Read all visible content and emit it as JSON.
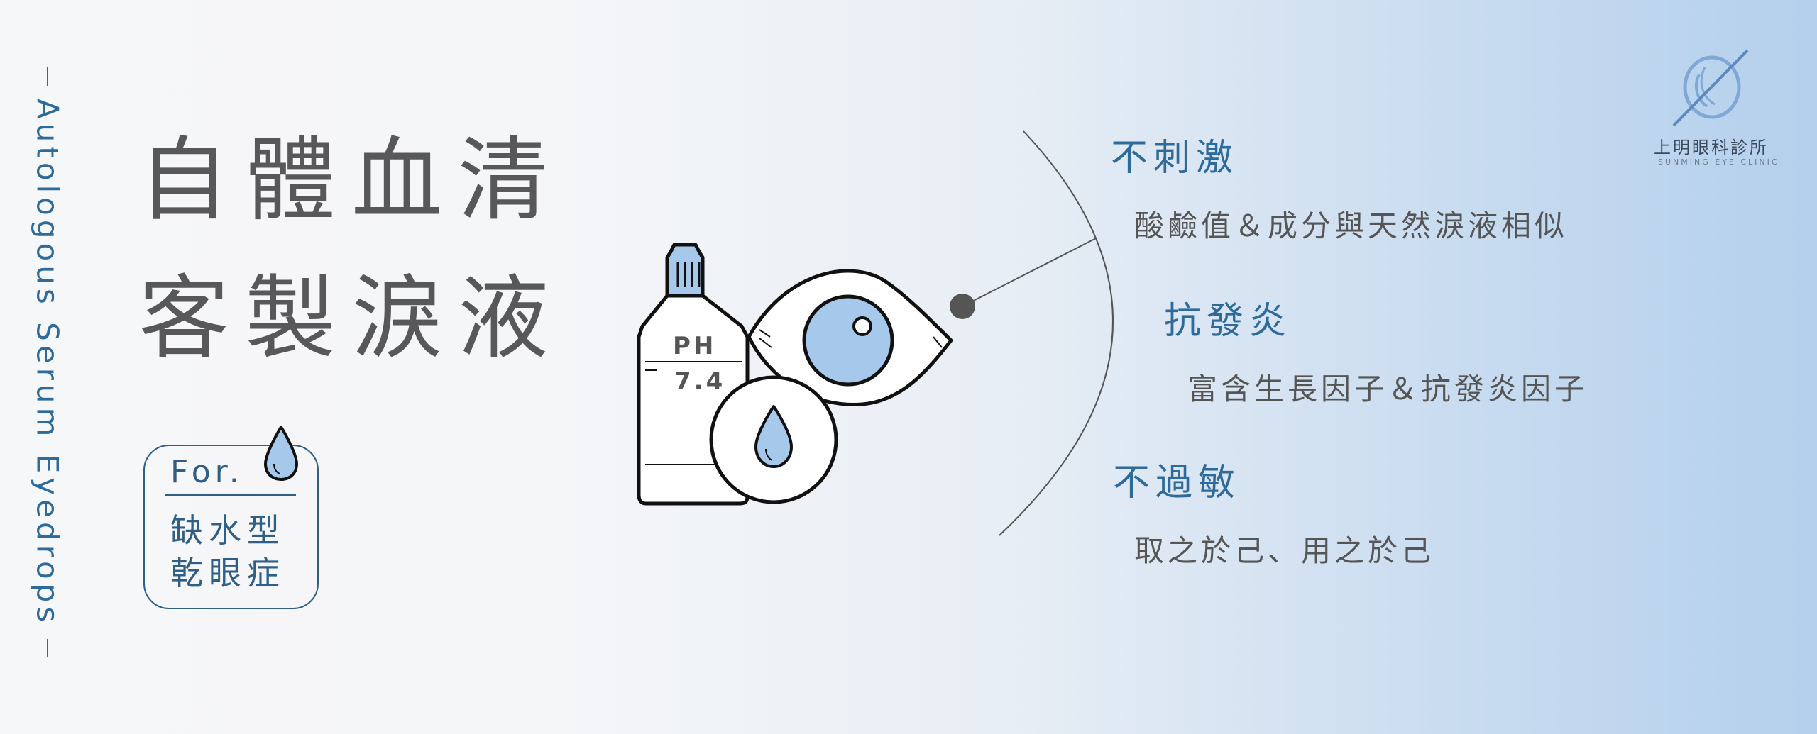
{
  "side_text": "Autologous Serum Eyedrops",
  "title": {
    "line1": "自體血清",
    "line2": "客製淚液"
  },
  "for_box": {
    "label": "For.",
    "line1": "缺水型",
    "line2": "乾眼症"
  },
  "bottle": {
    "label_top": "PH",
    "label_bottom": "7.4"
  },
  "features": [
    {
      "title": "不刺激",
      "desc": "酸鹼值＆成分與天然淚液相似"
    },
    {
      "title": "抗發炎",
      "desc": "富含生長因子＆抗發炎因子"
    },
    {
      "title": "不過敏",
      "desc": "取之於己、用之於己"
    }
  ],
  "logo": {
    "name": "上明眼科診所",
    "sub": "SUNMING EYE CLINIC"
  },
  "colors": {
    "accent": "#2f6b9a",
    "title_gray": "#58585a",
    "icon_fill": "#a6c8ea",
    "outline": "#111111"
  }
}
